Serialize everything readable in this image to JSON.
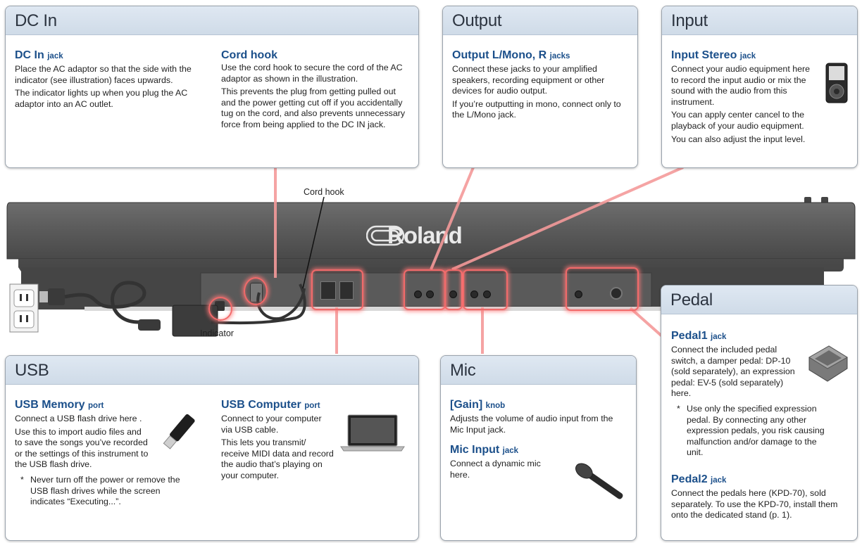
{
  "dc_in": {
    "header": "DC In",
    "dc_in_jack": {
      "title": "DC In",
      "suffix": "jack",
      "p1": "Place the AC adaptor so that the side with the indicator (see illustration) faces upwards.",
      "p2": "The indicator lights up when you plug the AC adaptor into an AC outlet."
    },
    "cord_hook": {
      "title": "Cord hook",
      "p1": "Use the cord hook to secure the cord of the AC adaptor as shown in the illustration.",
      "p2": "This prevents the plug from getting pulled out and the power getting cut off if you accidentally tug on the cord, and also prevents unnecessary force from being applied to the DC IN jack."
    }
  },
  "output": {
    "header": "Output",
    "title": "Output L/Mono, R",
    "suffix": "jacks",
    "p1": "Connect these jacks to your amplified speakers, recording equipment or other devices for audio output.",
    "p2": "If you’re outputting in mono, connect only to the L/Mono jack."
  },
  "input": {
    "header": "Input",
    "title": "Input Stereo",
    "suffix": "jack",
    "p1": "Connect your audio equipment here to record the input audio or mix the sound with the audio from this instrument.",
    "p2": "You can apply center cancel to the playback of your audio equipment.",
    "p3": "You can also adjust the input level."
  },
  "usb": {
    "header": "USB",
    "memory": {
      "title": "USB Memory",
      "suffix": "port",
      "p1": "Connect a USB flash drive here .",
      "p2": "Use this to import audio files and to save the songs you’ve recorded or the settings of this instrument to the USB flash drive.",
      "note_star": "*",
      "note": "Never turn off the power or remove the USB flash drives while the screen indicates “Executing...”."
    },
    "computer": {
      "title": "USB Computer",
      "suffix": "port",
      "p1": "Connect to your computer via USB cable.",
      "p2": "This lets you transmit/ receive MIDI data and record the audio that’s playing on your computer."
    }
  },
  "mic": {
    "header": "Mic",
    "gain": {
      "title": "[Gain]",
      "suffix": "knob",
      "p1": "Adjusts the volume of audio input from the Mic Input jack."
    },
    "mic_input": {
      "title": "Mic Input",
      "suffix": "jack",
      "p1": "Connect a dynamic mic here."
    }
  },
  "pedal": {
    "header": "Pedal",
    "pedal1": {
      "title": "Pedal1",
      "suffix": "jack",
      "p1": "Connect the included pedal switch, a damper pedal: DP-10 (sold separately), an expression pedal: EV-5 (sold separately) here.",
      "note_star": "*",
      "note": "Use only the specified expression pedal. By connecting any other expression pedals, you risk causing malfunction and/or damage to the unit."
    },
    "pedal2": {
      "title": "Pedal2",
      "suffix": "jack",
      "p1": "Connect the pedals here (KPD-70), sold separately. To use the KPD-70, install them onto the dedicated stand (p. 1)."
    }
  },
  "illustration": {
    "cord_hook_label": "Cord hook",
    "indicator_label": "Indicator",
    "brand_logo": "Roland",
    "brand_color": "#ffffff",
    "highlight_color": "#f26a6a",
    "header_color": "#d6e1ec",
    "title_color": "#1b4f8a"
  },
  "icons": [
    "ipod-icon",
    "usb-flash-drive-icon",
    "laptop-icon",
    "microphone-icon",
    "pedal-switch-icon",
    "wall-outlet-icon",
    "ac-adaptor-icon"
  ]
}
